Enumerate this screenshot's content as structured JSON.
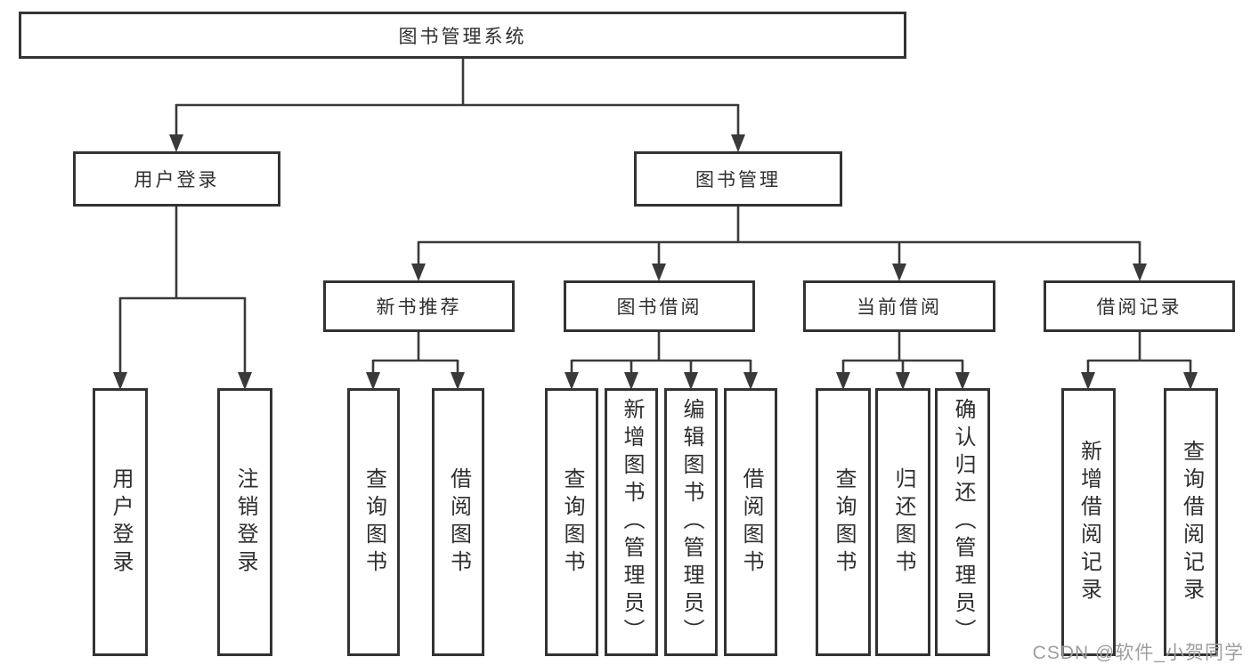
{
  "diagram": {
    "type": "hierarchy-tree",
    "title": "图书管理系统",
    "nodes": {
      "root": "图书管理系统",
      "level2": [
        "用户登录",
        "图书管理"
      ],
      "level3": [
        "新书推荐",
        "图书借阅",
        "当前借阅",
        "借阅记录"
      ],
      "leaves": [
        "用户登录",
        "注销登录",
        "查询图书",
        "借阅图书",
        "查询图书",
        "新增图书（管理员）",
        "编辑图书（管理员）",
        "借阅图书",
        "查询图书",
        "归还图书",
        "确认归还（管理员）",
        "新增借阅记录",
        "查询借阅记录"
      ]
    },
    "structure": [
      {
        "parent": "图书管理系统",
        "children": [
          "用户登录",
          "图书管理"
        ]
      },
      {
        "parent": "用户登录",
        "children": [
          "用户登录",
          "注销登录"
        ]
      },
      {
        "parent": "图书管理",
        "children": [
          "新书推荐",
          "图书借阅",
          "当前借阅",
          "借阅记录"
        ]
      },
      {
        "parent": "新书推荐",
        "children": [
          "查询图书",
          "借阅图书"
        ]
      },
      {
        "parent": "图书借阅",
        "children": [
          "查询图书",
          "新增图书（管理员）",
          "编辑图书（管理员）",
          "借阅图书"
        ]
      },
      {
        "parent": "当前借阅",
        "children": [
          "查询图书",
          "归还图书",
          "确认归还（管理员）"
        ]
      },
      {
        "parent": "借阅记录",
        "children": [
          "新增借阅记录",
          "查询借阅记录"
        ]
      }
    ],
    "colors": {
      "line": "#3a3a3a",
      "border": "#333333",
      "text": "#2f2f2f",
      "node_background": "#ffffff",
      "page_background": "#ffffff",
      "watermark": "#9e9e9e"
    }
  },
  "watermark": "CSDN @软件_小贺同学"
}
